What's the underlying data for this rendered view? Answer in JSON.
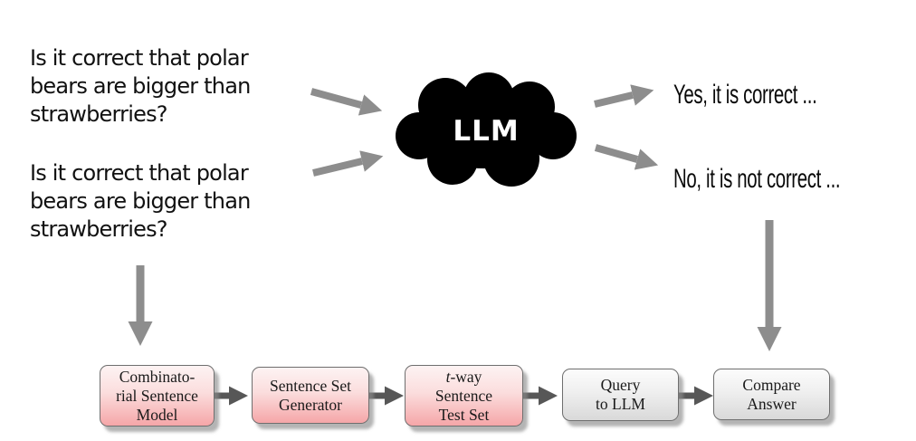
{
  "figure": {
    "questions": [
      {
        "text": "Is it correct that polar\nbears are bigger than\nstrawberries?"
      },
      {
        "text": "Is it correct that polar\nbears are bigger than\nstrawberries?"
      }
    ],
    "cloud_label": "LLM",
    "answers": [
      {
        "text": "Yes, it is correct ..."
      },
      {
        "text": "No, it is not correct ..."
      }
    ],
    "pipeline_boxes": [
      {
        "label": "Combinato-\nrial Sentence\nModel",
        "style": "pink"
      },
      {
        "label": "Sentence Set\nGenerator",
        "style": "pink"
      },
      {
        "label": "t-way\nSentence\nTest Set",
        "style": "pink"
      },
      {
        "label": "Query\nto LLM",
        "style": "gray"
      },
      {
        "label": "Compare\nAnswer",
        "style": "gray"
      }
    ]
  },
  "colors": {
    "cloud_fill": "#000000",
    "cloud_text": "#ffffff",
    "arrow_light_gray": "#8d8d8d",
    "arrow_dark_gray": "#575757",
    "pink_box_top": "#fdf3f3",
    "pink_box_bottom": "#f5a6a8",
    "gray_box_top": "#fcfcfc",
    "gray_box_bottom": "#d9d9d9",
    "box_border": "#6e6e6e",
    "text_black": "#111111"
  }
}
